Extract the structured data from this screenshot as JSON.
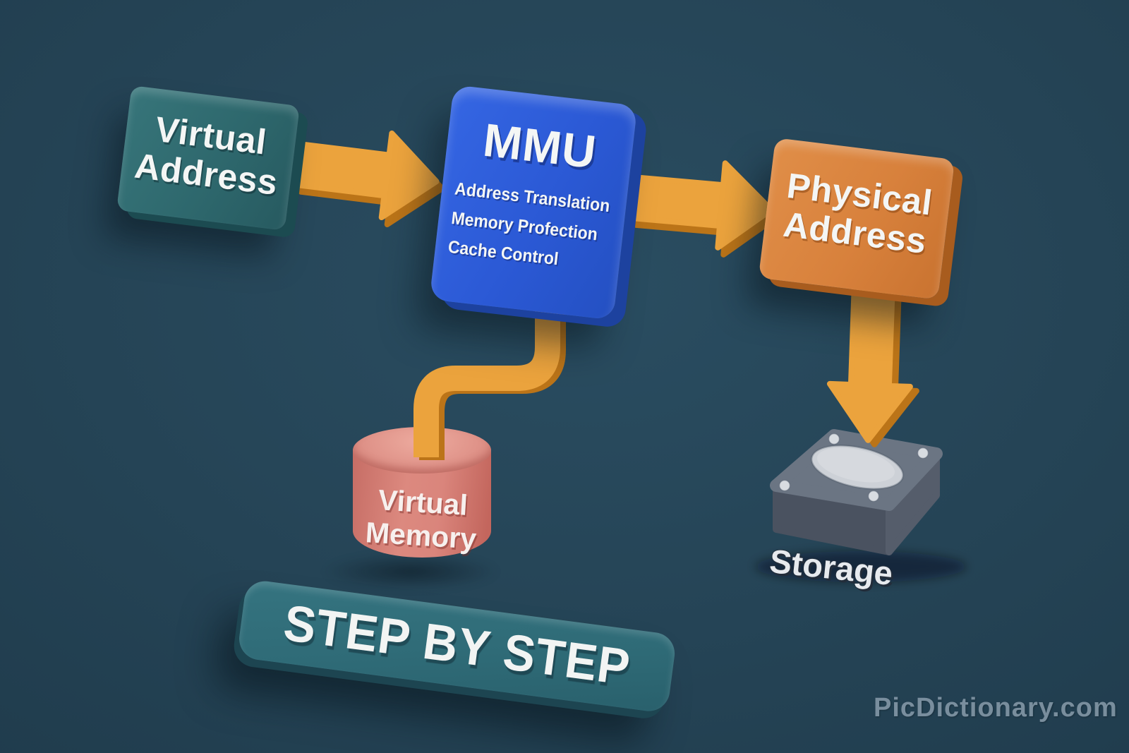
{
  "palette": {
    "background": "#254456",
    "virtual_address_box": "#2F6B6F",
    "virtual_address_side": "#1C4B51",
    "mmu_box": "#2C5AD6",
    "mmu_side": "#1D429F",
    "physical_address_box": "#D8823E",
    "physical_address_side": "#A85C1E",
    "arrow": "#EBA33D",
    "arrow_side": "#BB7418",
    "virtual_memory_cylinder": "#D8837B",
    "virtual_memory_top": "#E3988E",
    "storage_top_face": "#6B7583",
    "storage_left_face": "#4A5260",
    "storage_right_face": "#555D6B",
    "storage_platter": "#CDD1D7",
    "banner": "#306B77",
    "banner_side": "#1D4551",
    "label_text": "#F4F6F5"
  },
  "nodes": {
    "virtual_address": {
      "line1": "Virtual",
      "line2": "Address"
    },
    "mmu": {
      "title": "MMU",
      "functions": [
        "Address Translation",
        "Memory Profection",
        "Cache Control"
      ]
    },
    "physical_address": {
      "line1": "Physical",
      "line2": "Address"
    },
    "virtual_memory": {
      "line1": "Virtual",
      "line2": "Memory"
    },
    "storage": {
      "label": "Storage"
    }
  },
  "banner": {
    "text": "STEP BY STEP"
  },
  "watermark": {
    "text": "PicDictionary.com"
  }
}
